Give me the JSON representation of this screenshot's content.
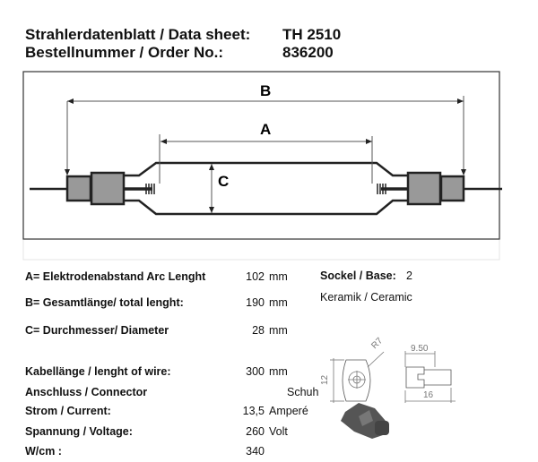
{
  "header": {
    "data_sheet_label": "Strahlerdatenblatt / Data sheet:",
    "data_sheet_value": "TH 2510",
    "order_label": "Bestellnummer / Order No.:",
    "order_value": "836200"
  },
  "diagram": {
    "label_a": "A",
    "label_b": "B",
    "label_c": "C"
  },
  "specs": [
    {
      "label": "A= Elektrodenabstand  Arc Lenght",
      "value": "102",
      "unit": "mm"
    },
    {
      "label": "B= Gesamtlänge/ total lenght:",
      "value": "190",
      "unit": "mm"
    },
    {
      "label": "C= Durchmesser/ Diameter",
      "value": "28",
      "unit": "mm"
    },
    {
      "label": "Kabellänge / lenght of wire:",
      "value": "300",
      "unit": "mm"
    },
    {
      "label": "Anschluss / Connector",
      "value": "",
      "unit": "Schuh"
    },
    {
      "label": "Strom / Current:",
      "value": "13,5",
      "unit": "Amperé"
    },
    {
      "label": "Spannung / Voltage:",
      "value": "260",
      "unit": "Volt"
    },
    {
      "label": "W/cm :",
      "value": "340",
      "unit": ""
    }
  ],
  "base": {
    "label": "Sockel / Base:",
    "value": "2",
    "material": "Keramik / Ceramic",
    "dim_r": "R7",
    "dim_width": "9.50",
    "dim_height": "12",
    "dim_length": "16"
  }
}
